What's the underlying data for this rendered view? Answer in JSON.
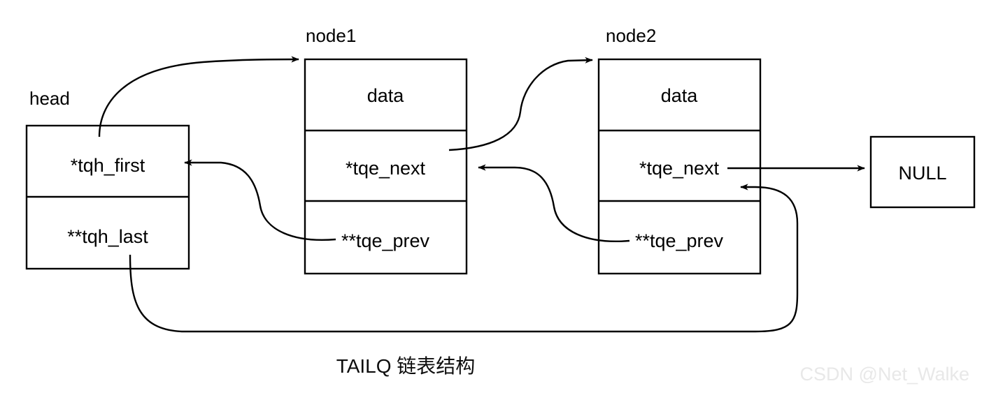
{
  "diagram": {
    "title": "TAILQ 链表结构",
    "watermark": "CSDN @Net_Walke",
    "stroke_color": "#000000",
    "background_color": "#ffffff",
    "watermark_color": "#e8e8e8",
    "boxes": [
      {
        "id": "head",
        "label": "head",
        "fields": [
          "*tqh_first",
          "**tqh_last"
        ]
      },
      {
        "id": "node1",
        "label": "node1",
        "fields": [
          "data",
          "*tqe_next",
          "**tqe_prev"
        ]
      },
      {
        "id": "node2",
        "label": "node2",
        "fields": [
          "data",
          "*tqe_next",
          "**tqe_prev"
        ]
      },
      {
        "id": "null",
        "label": "",
        "fields": [
          "NULL"
        ]
      }
    ],
    "edges": [
      {
        "id": "head-first-to-node1",
        "from": "head.tqh_first",
        "to": "node1"
      },
      {
        "id": "node1-prev-to-head",
        "from": "node1.tqe_prev",
        "to": "head.tqh_first"
      },
      {
        "id": "node1-next-to-node2",
        "from": "node1.tqe_next",
        "to": "node2"
      },
      {
        "id": "node2-prev-to-node1",
        "from": "node2.tqe_prev",
        "to": "node1.tqe_next"
      },
      {
        "id": "node2-next-to-null",
        "from": "node2.tqe_next",
        "to": "null"
      },
      {
        "id": "head-last-to-node2",
        "from": "head.tqh_last",
        "to": "node2.tqe_next"
      }
    ]
  },
  "labels": {
    "head": "head",
    "node1": "node1",
    "node2": "node2",
    "null": "NULL",
    "tqh_first": "*tqh_first",
    "tqh_last": "**tqh_last",
    "data": "data",
    "tqe_next": "*tqe_next",
    "tqe_prev": "**tqe_prev"
  }
}
